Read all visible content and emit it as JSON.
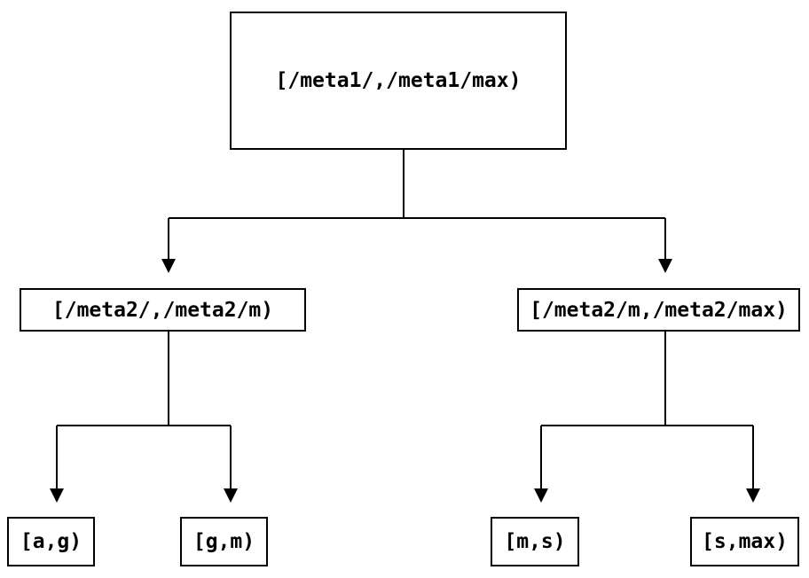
{
  "theme": {
    "bg": "#ffffff",
    "line": "#000000",
    "text": "#000000"
  },
  "diagram": {
    "type": "binary-interval-tree",
    "nodes": {
      "root": {
        "label": "[/meta1/,/meta1/max)"
      },
      "left": {
        "label": "[/meta2/,/meta2/m)"
      },
      "right": {
        "label": "[/meta2/m,/meta2/max)"
      },
      "leaf_ag": {
        "label": "[a,g)"
      },
      "leaf_gm": {
        "label": "[g,m)"
      },
      "leaf_ms": {
        "label": "[m,s)"
      },
      "leaf_smax": {
        "label": "[s,max)"
      }
    },
    "edges": [
      {
        "from": "root",
        "to": "left"
      },
      {
        "from": "root",
        "to": "right"
      },
      {
        "from": "left",
        "to": "leaf_ag"
      },
      {
        "from": "left",
        "to": "leaf_gm"
      },
      {
        "from": "right",
        "to": "leaf_ms"
      },
      {
        "from": "right",
        "to": "leaf_smax"
      }
    ]
  }
}
